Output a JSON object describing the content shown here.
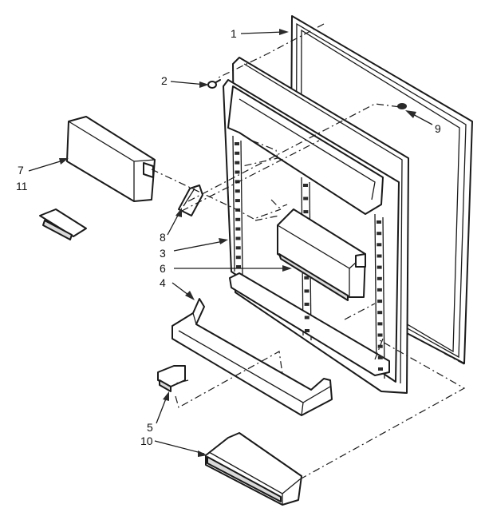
{
  "callouts": [
    {
      "id": "c1",
      "text": "1"
    },
    {
      "id": "c2",
      "text": "2"
    },
    {
      "id": "c3",
      "text": "3"
    },
    {
      "id": "c4",
      "text": "4"
    },
    {
      "id": "c5",
      "text": "5"
    },
    {
      "id": "c6",
      "text": "6"
    },
    {
      "id": "c7",
      "text": "7"
    },
    {
      "id": "c8",
      "text": "8"
    },
    {
      "id": "c9",
      "text": "9"
    },
    {
      "id": "c10",
      "text": "10"
    },
    {
      "id": "c11",
      "text": "11"
    }
  ],
  "colors": {
    "ink": "#1a1a1a",
    "background": "#ffffff"
  }
}
